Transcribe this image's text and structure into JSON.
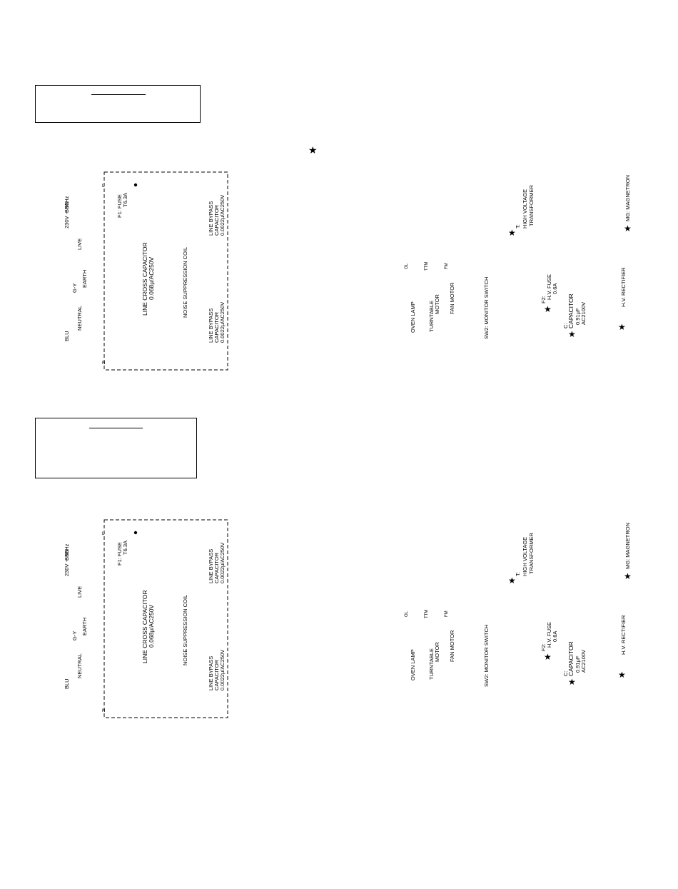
{
  "star": "★",
  "mains": {
    "supply": "230V ∽ 50Hz",
    "brn": "BRN",
    "blu": "BLU",
    "live": "LIVE",
    "earth": "EARTH",
    "neutral": "NEUTRAL",
    "gy": "G-Y",
    "l": "L",
    "n": "N"
  },
  "components": {
    "fuse_f1_a": "F1: FUSE",
    "fuse_f1_b": "T6.3A",
    "line_cross_a": "LINE CROSS CAPACITOR",
    "line_cross_b": "0.068μ/AC250V",
    "noise_coil": "NOISE SUPPRESSION COIL",
    "bypass_top_a": "LINE BYPASS",
    "bypass_top_b": "CAPACITOR",
    "bypass_top_c": "0.0022μ/AC250V",
    "bypass_bot_a": "LINE BYPASS",
    "bypass_bot_b": "CAPACITOR",
    "bypass_bot_c": "0.0022μ/AC250V",
    "oven_lamp": "OVEN LAMP",
    "turntable_a": "TURNTABLE",
    "turntable_b": "MOTOR",
    "fan_motor": "FAN MOTOR",
    "monitor_switch": "SW2: MONITOR SWITCH",
    "ol": "OL",
    "ttm": "TTM",
    "fm": "FM",
    "hvt_a": "T:",
    "hvt_b": "HIGH VOLTAGE",
    "hvt_c": "TRANSFORMER",
    "hv_fuse_a": "F2:",
    "hv_fuse_b": "H.V. FUSE",
    "hv_fuse_c": "0.6A",
    "cap_a": "C:",
    "cap_b": "CAPACITOR",
    "cap_c": "0.91μF",
    "cap_d": "AC2100V",
    "magnetron": "MG: MAGNETRON",
    "rectifier": "H.V. RECTIFIER"
  }
}
